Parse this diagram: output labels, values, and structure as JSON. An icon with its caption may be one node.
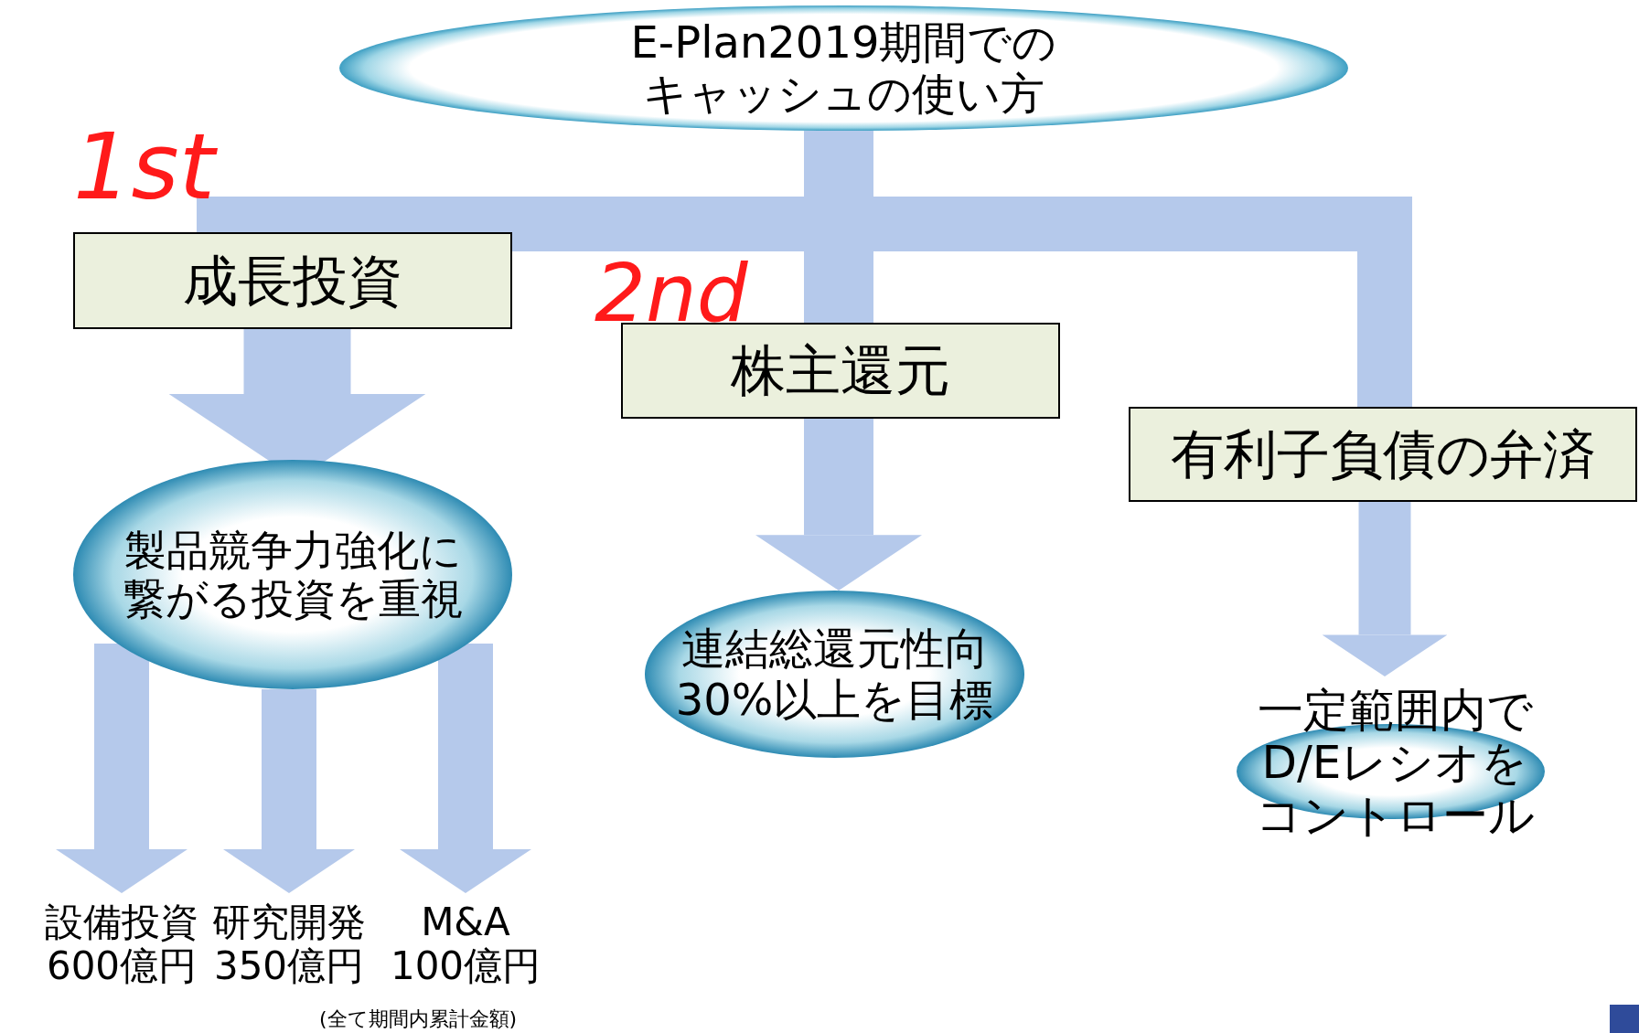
{
  "diagram": {
    "nodes": [
      {
        "text": [
          "E-Plan2019期間でのキャッシュの使い方"
        ]
      },
      {
        "text": [
          "成長投資"
        ],
        "beside": [
          "1st"
        ]
      },
      {
        "text": [
          "株主還元"
        ],
        "beside": [
          "2nd"
        ]
      },
      {
        "text": [
          "有利子負債の弁済"
        ]
      },
      {
        "text": [
          "製品競争力強化に繋がる投資を重視"
        ]
      },
      {
        "text": [
          "連結総還元性向30%以上を目標"
        ]
      },
      {
        "text": [
          "一定範囲内でD/Eレシオをコントロール"
        ]
      },
      {
        "text": [
          "設備投資",
          "600億円"
        ]
      },
      {
        "text": [
          "研究開発",
          "350億円"
        ]
      },
      {
        "text": [
          "M&A",
          "100億円"
        ]
      }
    ],
    "edges": [
      {
        "from": 0,
        "to": 1,
        "arrow": "none"
      },
      {
        "from": 0,
        "to": 2,
        "arrow": "none"
      },
      {
        "from": 0,
        "to": 3,
        "arrow": "none"
      },
      {
        "from": 1,
        "to": 4,
        "arrow": "to",
        "style": "thick"
      },
      {
        "from": 2,
        "to": 5,
        "arrow": "to"
      },
      {
        "from": 3,
        "to": 6,
        "arrow": "to"
      },
      {
        "from": 4,
        "to": 7,
        "arrow": "to"
      },
      {
        "from": 4,
        "to": 8,
        "arrow": "to"
      },
      {
        "from": 4,
        "to": 9,
        "arrow": "to"
      }
    ],
    "labels": [
      "(全て期間内累計金額)"
    ]
  }
}
